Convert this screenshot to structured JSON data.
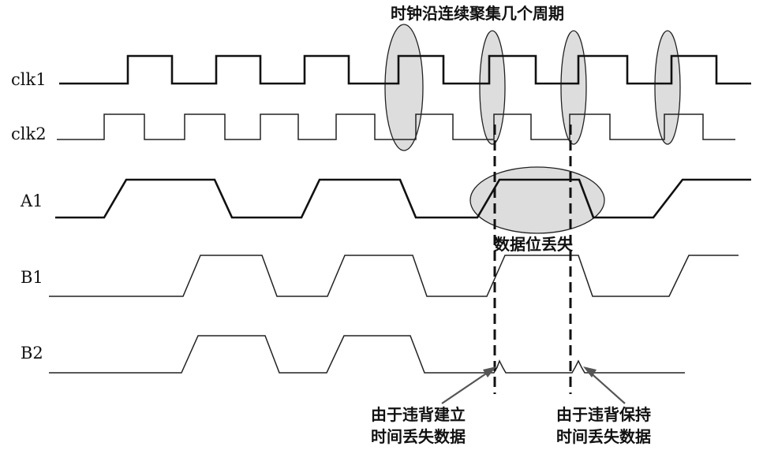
{
  "title": "时钟沿连续聚集几个周期",
  "signals": {
    "clk1": "clk1",
    "clk2": "clk2",
    "a1": "A1",
    "b1": "B1",
    "b2": "B2"
  },
  "annotations": {
    "data_bit_lost": "数据位丢失",
    "setup_line1": "由于违背建立",
    "setup_line2": "时间丢失数据",
    "hold_line1": "由于违背保持",
    "hold_line2": "时间丢失数据"
  }
}
